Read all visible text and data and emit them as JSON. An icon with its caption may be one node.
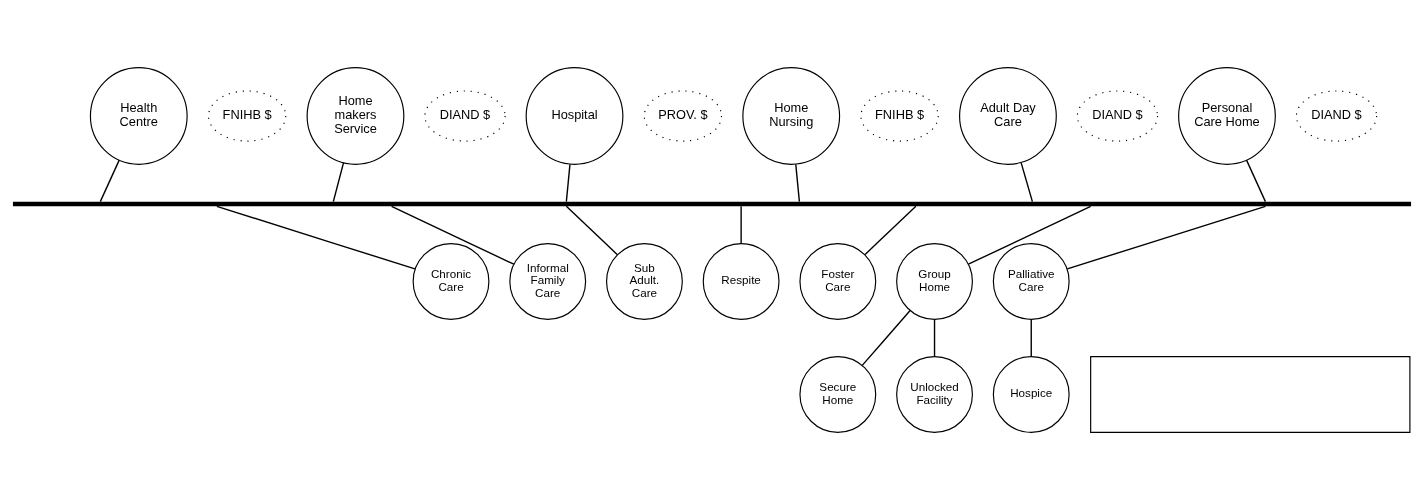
{
  "diagram": {
    "nodes": [
      {
        "text": [
          "Health Centre"
        ]
      },
      {
        "text": [
          "FNIHB $"
        ]
      },
      {
        "text": [
          "Home makers Service"
        ]
      },
      {
        "text": [
          "DIAND $"
        ]
      },
      {
        "text": [
          "Hospital"
        ]
      },
      {
        "text": [
          "PROV. $"
        ]
      },
      {
        "text": [
          "Home Nursing"
        ]
      },
      {
        "text": [
          "FNIHB $"
        ]
      },
      {
        "text": [
          "Adult Day Care"
        ]
      },
      {
        "text": [
          "DIAND $"
        ]
      },
      {
        "text": [
          "Personal Care Home"
        ]
      },
      {
        "text": [
          "DIAND $"
        ]
      },
      {
        "text": [],
        "shape": "bar"
      },
      {
        "text": [
          "Chronic Care"
        ]
      },
      {
        "text": [
          "Informal Family Care"
        ]
      },
      {
        "text": [
          "Sub Adult. Care"
        ]
      },
      {
        "text": [
          "Respite"
        ]
      },
      {
        "text": [
          "Foster Care"
        ]
      },
      {
        "text": [
          "Group Home"
        ]
      },
      {
        "text": [
          "Palliative Care"
        ]
      },
      {
        "text": [
          "Secure Home"
        ]
      },
      {
        "text": [
          "Unlocked Facility"
        ]
      },
      {
        "text": [
          "Hospice"
        ]
      },
      {
        "text": [],
        "shape": "box"
      }
    ],
    "edges": [
      {
        "from": 0,
        "to": 12,
        "arrow": "none"
      },
      {
        "from": 2,
        "to": 12,
        "arrow": "none"
      },
      {
        "from": 4,
        "to": 12,
        "arrow": "none"
      },
      {
        "from": 6,
        "to": 12,
        "arrow": "none"
      },
      {
        "from": 8,
        "to": 12,
        "arrow": "none"
      },
      {
        "from": 10,
        "to": 12,
        "arrow": "none"
      },
      {
        "from": 12,
        "to": 13,
        "arrow": "none"
      },
      {
        "from": 12,
        "to": 14,
        "arrow": "none"
      },
      {
        "from": 12,
        "to": 15,
        "arrow": "none"
      },
      {
        "from": 12,
        "to": 16,
        "arrow": "none"
      },
      {
        "from": 12,
        "to": 17,
        "arrow": "none"
      },
      {
        "from": 12,
        "to": 18,
        "arrow": "none"
      },
      {
        "from": 12,
        "to": 19,
        "arrow": "none"
      },
      {
        "from": 18,
        "to": 20,
        "arrow": "none"
      },
      {
        "from": 18,
        "to": 21,
        "arrow": "none"
      },
      {
        "from": 19,
        "to": 22,
        "arrow": "none"
      }
    ]
  }
}
